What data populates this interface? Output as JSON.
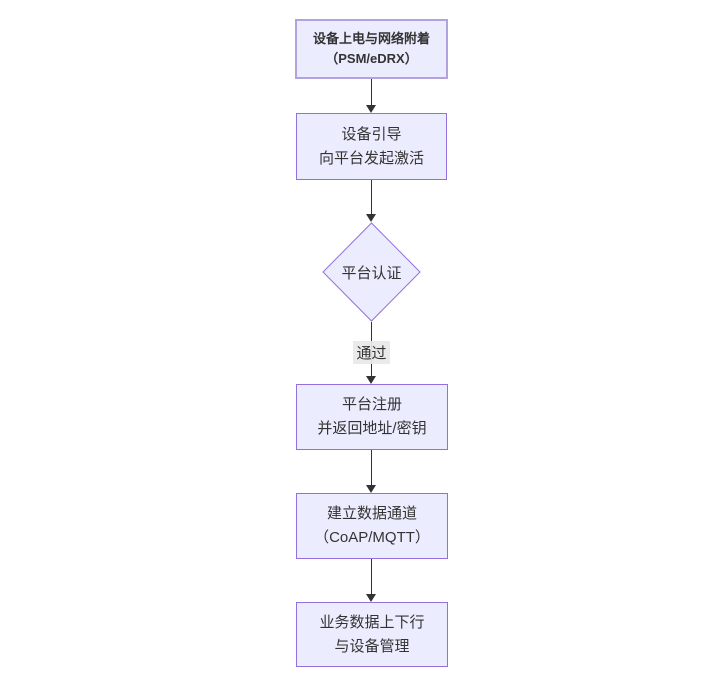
{
  "diagram": {
    "type": "flowchart",
    "direction": "top-down",
    "colors": {
      "background": "#ffffff",
      "node_fill": "#ECECFF",
      "node_border": "#9370DB",
      "start_node_border": "#b0a3e0",
      "text": "#333333",
      "edge": "#333333",
      "edge_label_bg": "#e8e8e8"
    },
    "nodes": {
      "power_attach": {
        "shape": "rect",
        "line1": "设备上电与网络附着",
        "line2": "（PSM/eDRX）"
      },
      "bootstrap": {
        "shape": "rect",
        "line1": "设备引导",
        "line2": "向平台发起激活"
      },
      "platform_auth": {
        "shape": "diamond",
        "line1": "平台认证"
      },
      "platform_register": {
        "shape": "rect",
        "line1": "平台注册",
        "line2": "并返回地址/密钥"
      },
      "data_channel": {
        "shape": "rect",
        "line1": "建立数据通道",
        "line2": "（CoAP/MQTT）"
      },
      "business_mgmt": {
        "shape": "rect",
        "line1": "业务数据上下行",
        "line2": "与设备管理"
      }
    },
    "edges": [
      {
        "from": "power_attach",
        "to": "bootstrap",
        "label": ""
      },
      {
        "from": "bootstrap",
        "to": "platform_auth",
        "label": ""
      },
      {
        "from": "platform_auth",
        "to": "platform_register",
        "label": "通过"
      },
      {
        "from": "platform_register",
        "to": "data_channel",
        "label": ""
      },
      {
        "from": "data_channel",
        "to": "business_mgmt",
        "label": ""
      }
    ],
    "edge_label_pass": "通过"
  }
}
